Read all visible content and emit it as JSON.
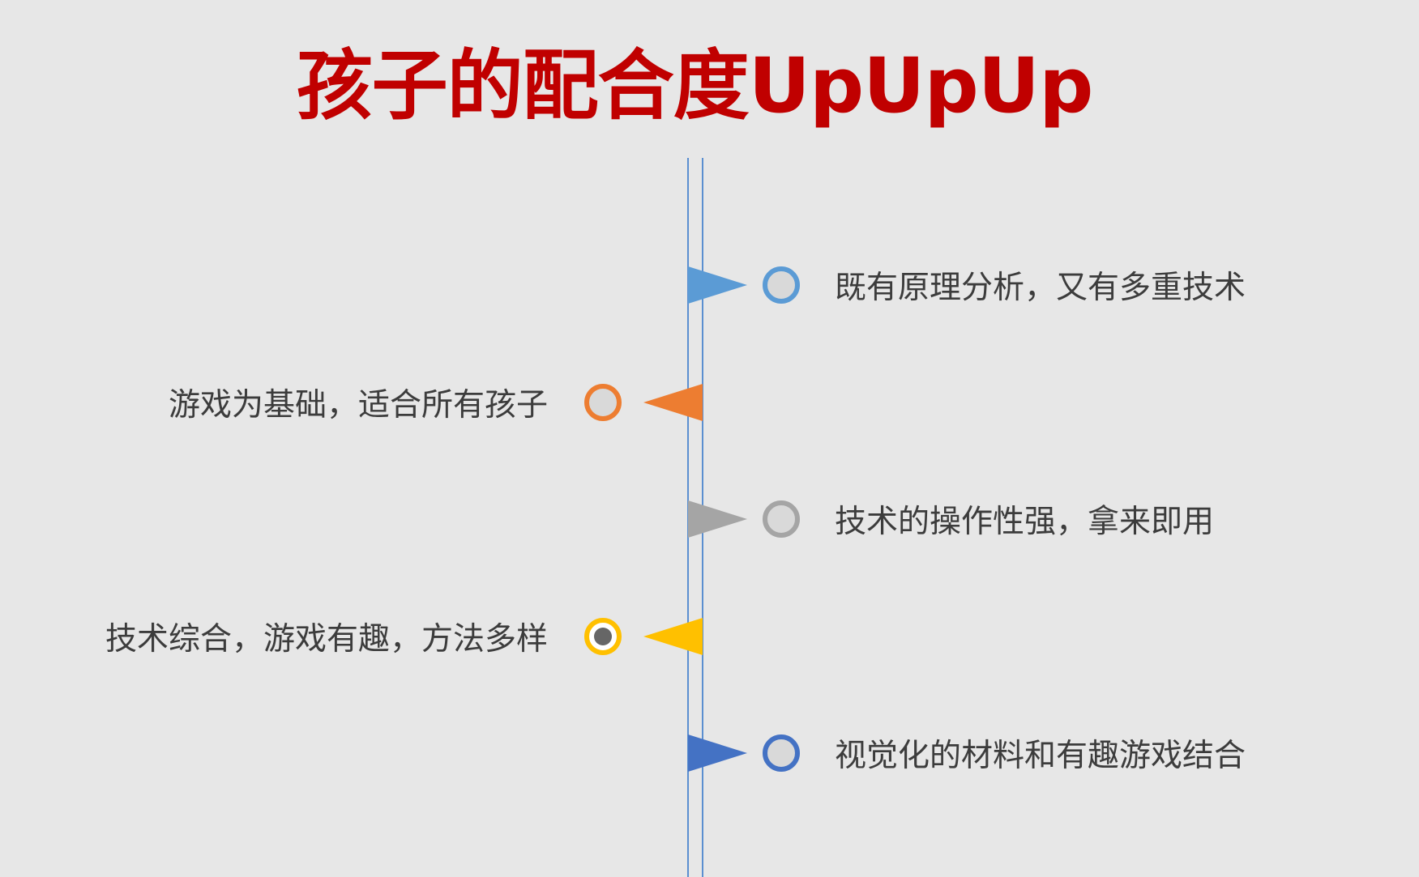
{
  "title": "孩子的配合度UpUpUp",
  "colors": {
    "title": "#c00000",
    "spine": "#5b8fd0",
    "blue": "#5b9bd5",
    "orange": "#ed7d31",
    "gray": "#a5a5a5",
    "gold": "#ffc000",
    "dark_blue": "#4472c4"
  },
  "items": [
    {
      "text": "既有原理分析，又有多重技术",
      "side": "right",
      "color": "#5b9bd5"
    },
    {
      "text": "游戏为基础，适合所有孩子",
      "side": "left",
      "color": "#ed7d31"
    },
    {
      "text": "技术的操作性强，拿来即用",
      "side": "right",
      "color": "#a5a5a5"
    },
    {
      "text": "技术综合，游戏有趣，方法多样",
      "side": "left",
      "color": "#ffc000"
    },
    {
      "text": "视觉化的材料和有趣游戏结合",
      "side": "right",
      "color": "#4472c4"
    }
  ]
}
